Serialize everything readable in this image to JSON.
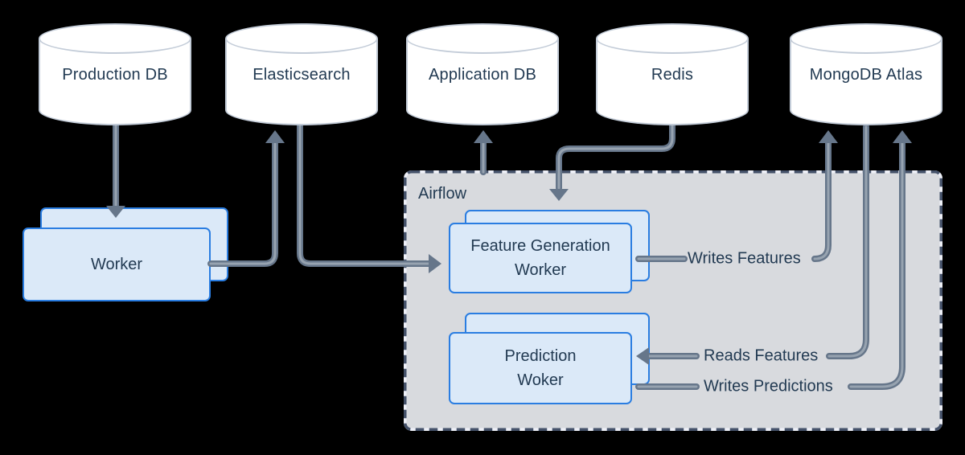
{
  "diagram": {
    "databases": [
      {
        "label": "Production DB"
      },
      {
        "label": "Elasticsearch"
      },
      {
        "label": "Application DB"
      },
      {
        "label": "Redis"
      },
      {
        "label": "MongoDB Atlas"
      }
    ],
    "worker": {
      "label": "Worker"
    },
    "airflow": {
      "label": "Airflow",
      "feature_worker": {
        "line1": "Feature Generation",
        "line2": "Worker"
      },
      "prediction_worker": {
        "line1": "Prediction",
        "line2": "Woker"
      }
    },
    "edges": {
      "writes_features": "Writes Features",
      "reads_features": "Reads Features",
      "writes_predictions": "Writes Predictions"
    },
    "colors": {
      "background": "#000000",
      "box_border": "#2a7de1",
      "box_fill": "#dbe9f8",
      "cylinder_fill": "#ffffff",
      "cylinder_stroke": "#c3ccd8",
      "connector": "#66768a",
      "connector_highlight": "#97a3b0",
      "airflow_fill": "#d8dade",
      "airflow_border": "#45526a",
      "text": "#223a52"
    }
  }
}
